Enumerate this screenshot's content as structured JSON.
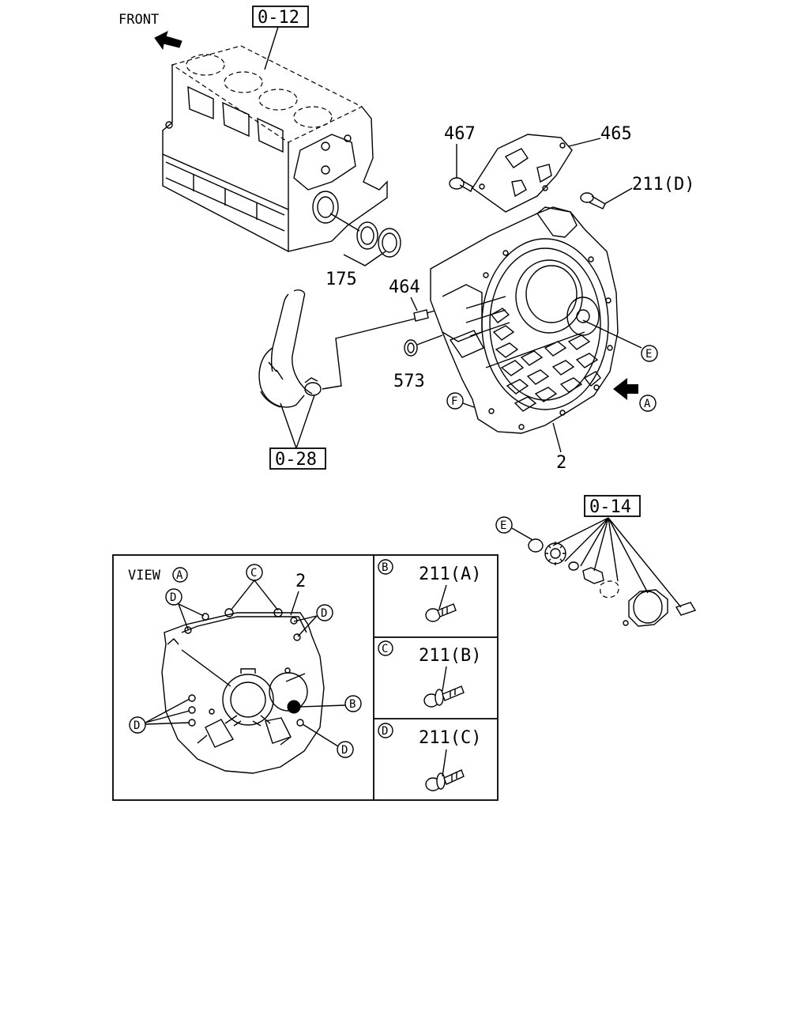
{
  "labels": {
    "front": "FRONT",
    "ref_cylinder_block": "0-12",
    "ref_hose": "0-28",
    "ref_flywheel": "0-14",
    "part_seal": "175",
    "part_dowel": "464",
    "part_plate": "465",
    "part_plate_bolt": "467",
    "part_bolt_d": "211(D)",
    "part_oring": "573",
    "part_housing": "2",
    "part_housing_view": "2",
    "view_title": "VIEW",
    "bolt_a": "211(A)",
    "bolt_b": "211(B)",
    "bolt_c": "211(C)"
  },
  "callouts": {
    "a": "A",
    "b": "B",
    "c": "C",
    "d": "D",
    "e": "E",
    "f": "F"
  },
  "colors": {
    "line": "#000000",
    "background": "#ffffff"
  }
}
